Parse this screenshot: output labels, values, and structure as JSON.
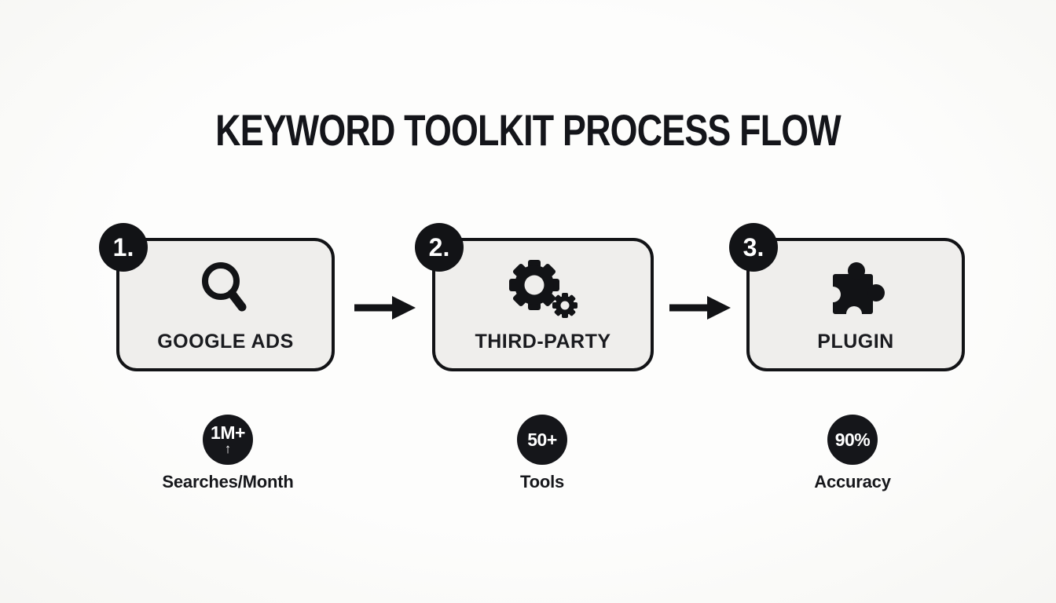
{
  "title": "KEYWORD TOOLKIT PROCESS FLOW",
  "colors": {
    "background": "#fbfbf9",
    "box_fill": "#efeeec",
    "ink": "#121316",
    "badge_text": "#ffffff"
  },
  "steps": [
    {
      "number": "1.",
      "label": "GOOGLE ADS",
      "icon": "search-icon"
    },
    {
      "number": "2.",
      "label": "THIRD-PARTY",
      "icon": "gears-icon"
    },
    {
      "number": "3.",
      "label": "PLUGIN",
      "icon": "puzzle-icon"
    }
  ],
  "arrows": [
    {
      "direction": "right"
    },
    {
      "direction": "right"
    }
  ],
  "stats": [
    {
      "value": "1M+",
      "trend_arrow": "↑",
      "label": "Searches/Month"
    },
    {
      "value": "50+",
      "label": "Tools"
    },
    {
      "value": "90%",
      "label": "Accuracy"
    }
  ]
}
